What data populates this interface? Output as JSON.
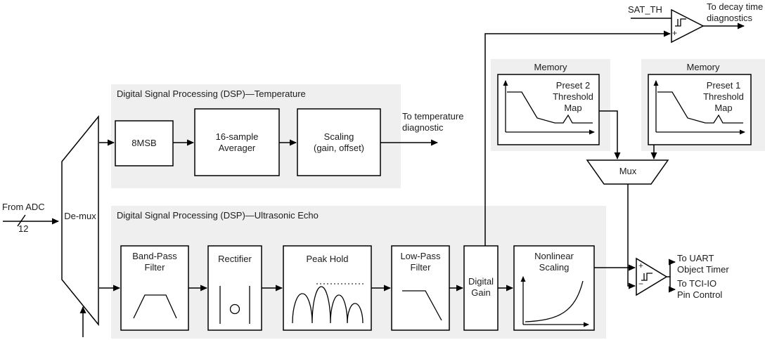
{
  "colors": {
    "section_bg": "#efefef",
    "block_bg": "#ffffff",
    "line": "#000000",
    "text": "#1c1c1c"
  },
  "input": {
    "label": "From ADC",
    "bus_width": "12"
  },
  "demux": {
    "label": "De-mux"
  },
  "dsp_temperature": {
    "title": "Digital Signal Processing (DSP)—Temperature",
    "blocks": [
      {
        "label": "8MSB"
      },
      {
        "label": "16-sample\nAverager"
      },
      {
        "label": "Scaling\n(gain, offset)"
      }
    ],
    "output_label": "To temperature\ndiagnostic"
  },
  "dsp_echo": {
    "title": "Digital Signal Processing (DSP)—Ultrasonic Echo",
    "blocks": [
      {
        "label": "Band-Pass\nFilter",
        "icon": "band-pass-response-icon"
      },
      {
        "label": "Rectifier",
        "icon": "absolute-value-icon"
      },
      {
        "label": "Peak Hold",
        "icon": "peak-envelope-icon"
      },
      {
        "label": "Low-Pass\nFilter",
        "icon": "low-pass-response-icon"
      },
      {
        "label": "Digital\nGain",
        "icon": ""
      },
      {
        "label": "Nonlinear\nScaling",
        "icon": "exponential-curve-icon"
      }
    ]
  },
  "memory_preset2": {
    "title": "Memory",
    "label": "Preset 2\nThreshold\nMap",
    "icon": "threshold-map-icon"
  },
  "memory_preset1": {
    "title": "Memory",
    "label": "Preset 1\nThreshold\nMap",
    "icon": "threshold-map-icon"
  },
  "mux": {
    "label": "Mux"
  },
  "sat_comparator": {
    "input_label": "SAT_TH",
    "plus": "+",
    "output_label": "To decay time\ndiagnostics",
    "icon": "hysteresis-icon"
  },
  "object_comparator": {
    "plus": "+",
    "minus": "−",
    "outputs": [
      "To UART\nObject Timer",
      "To TCI-IO\nPin Control"
    ],
    "icon": "hysteresis-icon"
  }
}
